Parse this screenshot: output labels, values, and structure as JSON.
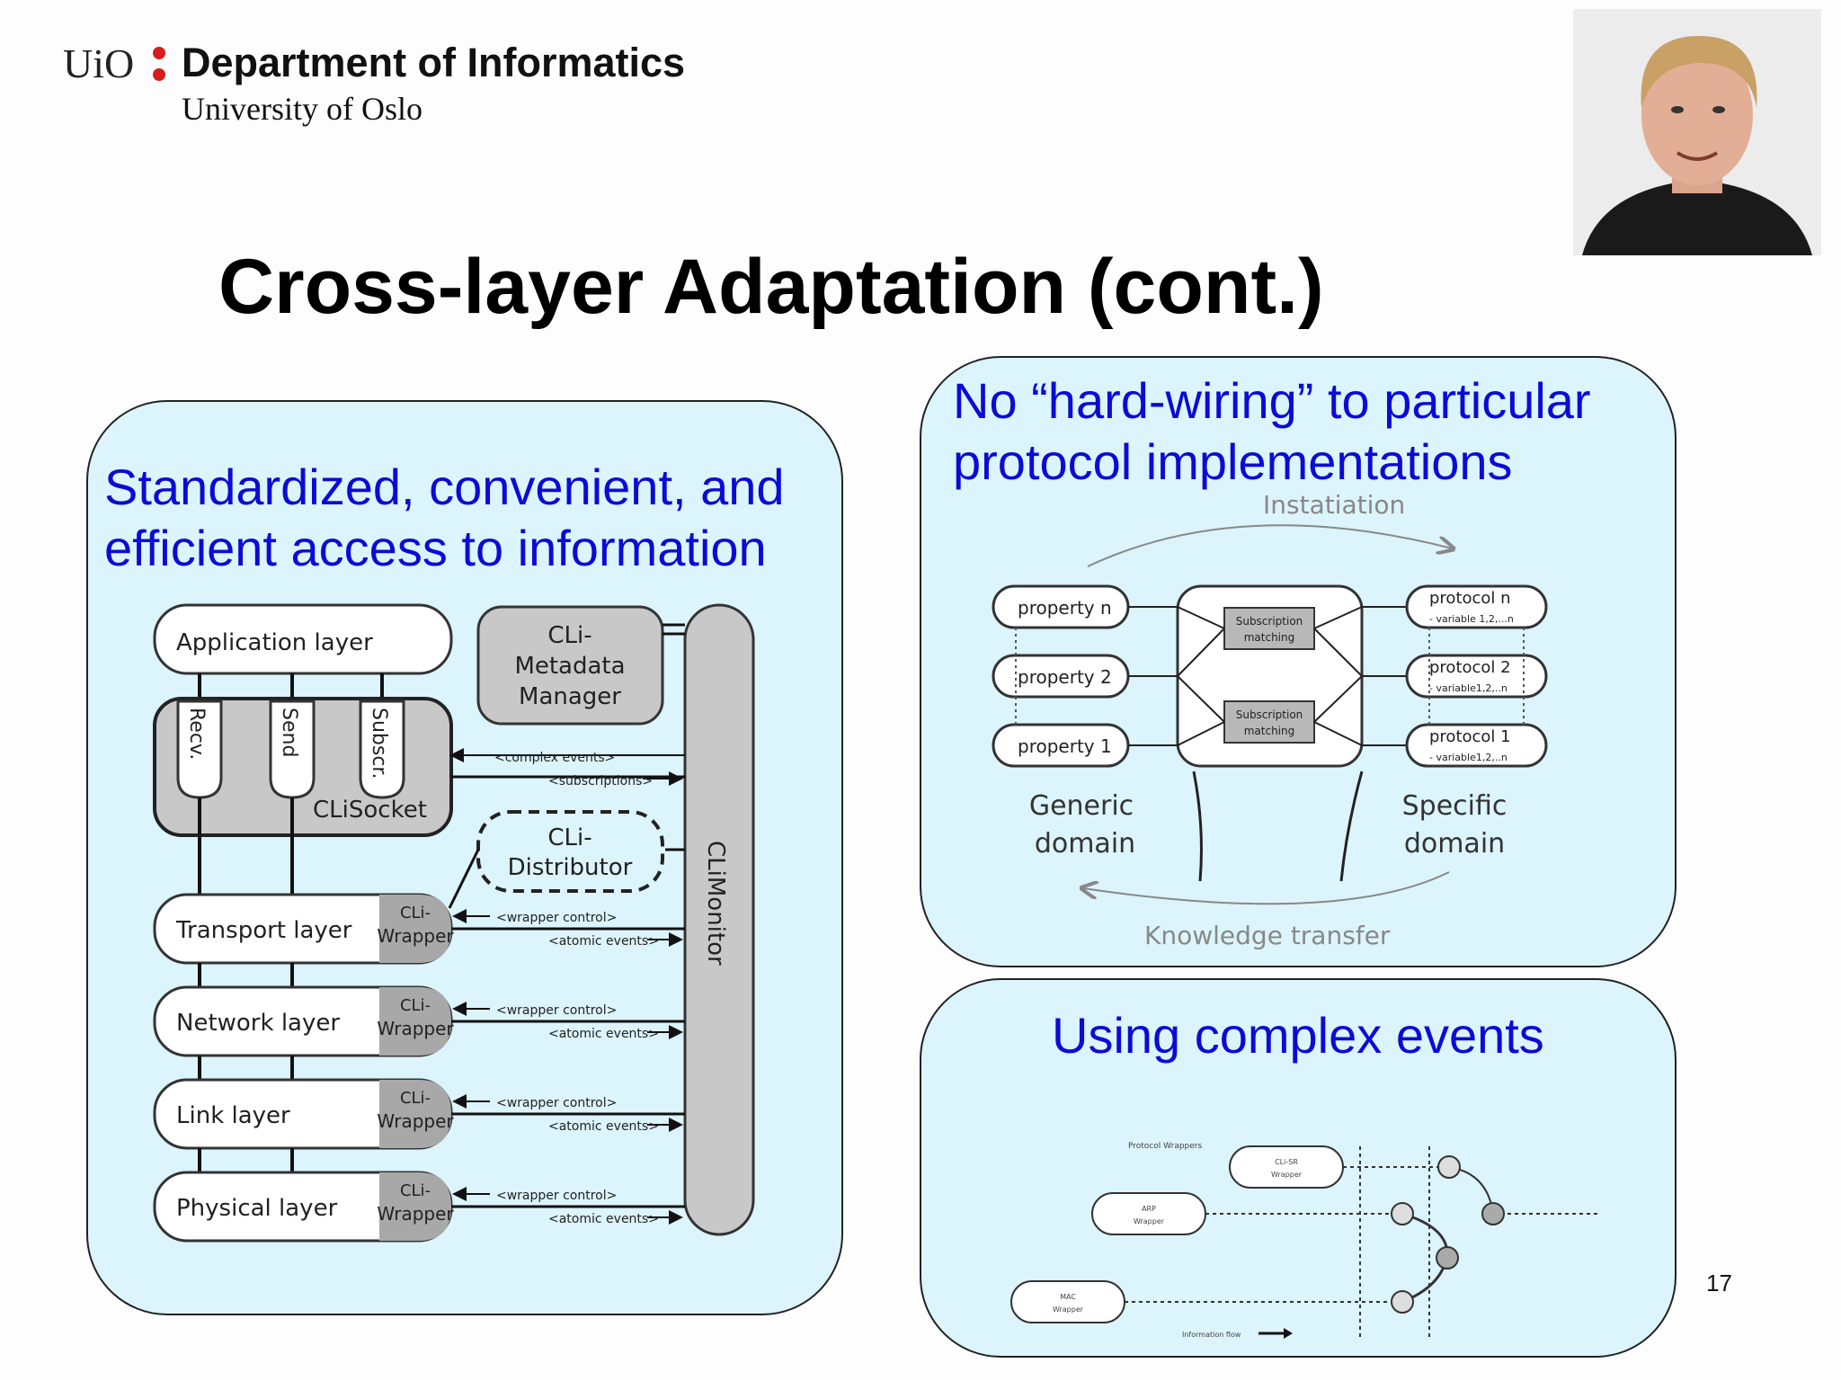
{
  "header": {
    "uio": "UiO",
    "department": "Department of Informatics",
    "university": "University of Oslo"
  },
  "title": "Cross-layer Adaptation (cont.)",
  "page_number": "17",
  "panel_left": {
    "heading_line1": "Standardized, convenient, and",
    "heading_line2": "efficient access to information",
    "diagram": {
      "application_layer": "Application layer",
      "metadata_manager": [
        "CLi-",
        "Metadata",
        "Manager"
      ],
      "socket_ports": [
        "Recv.",
        "Send",
        "Subscr."
      ],
      "clisocket": "CLiSocket",
      "distributor": [
        "CLi-",
        "Distributor"
      ],
      "climonitor": "CLiMonitor",
      "wrapper": [
        "CLi-",
        "Wrapper"
      ],
      "layers": [
        "Transport layer",
        "Network layer",
        "Link layer",
        "Physical layer"
      ],
      "complex_events": "<complex events>",
      "subscriptions": "<subscriptions>",
      "wrapper_control": "<wrapper control>",
      "atomic_events": "<atomic events>"
    }
  },
  "panel_top_right": {
    "heading_line1": "No “hard-wiring” to particular",
    "heading_line2": "protocol implementations",
    "diagram": {
      "instantiation": "Instatiation",
      "knowledge_transfer": "Knowledge transfer",
      "properties": [
        "property n",
        "property 2",
        "property 1"
      ],
      "protocols": [
        "protocol n",
        "protocol 2",
        "protocol 1"
      ],
      "protocol_vars": [
        "- variable 1,2,...n",
        "- variable1,2,..n",
        "- variable1,2,..n"
      ],
      "subscription_matching": [
        "Subscription",
        "matching"
      ],
      "generic_domain": [
        "Generic",
        "domain"
      ],
      "specific_domain": [
        "Specific",
        "domain"
      ]
    }
  },
  "panel_bottom_right": {
    "heading": "Using complex events",
    "diagram": {
      "protocol_wrappers": "Protocol Wrappers",
      "cli_wrapper": [
        "CLi-SR",
        "Wrapper"
      ],
      "arp_wrapper": [
        "ARP",
        "Wrapper"
      ],
      "mac_wrapper": [
        "MAC",
        "Wrapper"
      ],
      "information_flow": "Information flow"
    }
  }
}
